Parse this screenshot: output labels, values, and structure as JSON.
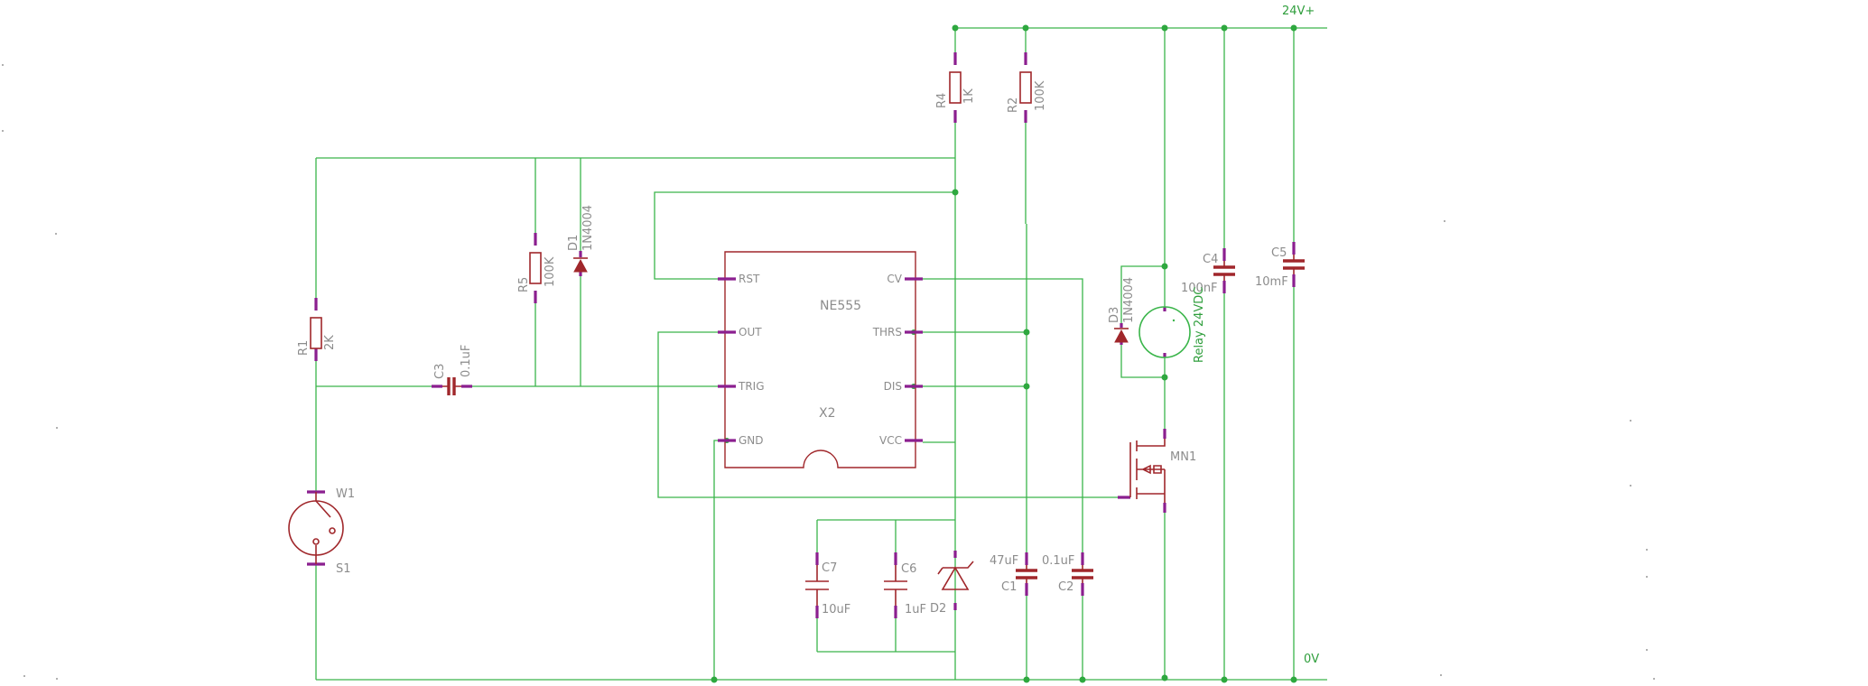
{
  "nets": {
    "supply": "24V+",
    "ground": "0V"
  },
  "ic": {
    "name": "NE555",
    "ref": "X2",
    "pins_left": [
      "RST",
      "OUT",
      "TRIG",
      "GND"
    ],
    "pins_right": [
      "CV",
      "THRS",
      "DIS",
      "VCC"
    ]
  },
  "components": {
    "R1": {
      "ref": "R1",
      "value": "2K"
    },
    "R2": {
      "ref": "R2",
      "value": "100K"
    },
    "R4": {
      "ref": "R4",
      "value": "1K"
    },
    "R5": {
      "ref": "R5",
      "value": "100K"
    },
    "D1": {
      "ref": "D1",
      "value": "1N4004"
    },
    "D2": {
      "ref": "D2"
    },
    "D3": {
      "ref": "D3",
      "value": "1N4004"
    },
    "C1": {
      "ref": "C1",
      "value": "47uF"
    },
    "C2": {
      "ref": "C2",
      "value": "0.1uF"
    },
    "C3": {
      "ref": "C3",
      "value": "0.1uF"
    },
    "C4": {
      "ref": "C4",
      "value": "100nF"
    },
    "C5": {
      "ref": "C5",
      "value": "10mF"
    },
    "C6": {
      "ref": "C6",
      "value": "1uF"
    },
    "C7": {
      "ref": "C7",
      "value": "10uF"
    },
    "MN1": {
      "ref": "MN1"
    },
    "relay": {
      "label": "Relay 24VDC"
    },
    "switch": {
      "top": "W1",
      "bottom": "S1"
    }
  }
}
